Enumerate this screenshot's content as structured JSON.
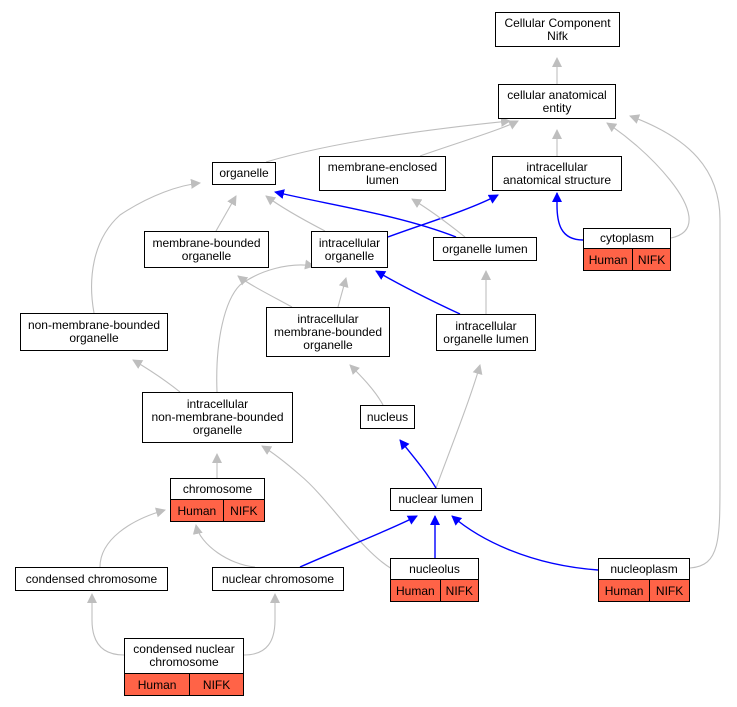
{
  "colors": {
    "is_a": "#bebebe",
    "part_of": "#0000ff",
    "annotation": "#ff6347"
  },
  "nodes": {
    "root": {
      "label": "Cellular Component\nNifk"
    },
    "cae": {
      "label": "cellular anatomical\nentity"
    },
    "organelle": {
      "label": "organelle"
    },
    "mel": {
      "label": "membrane-enclosed\nlumen"
    },
    "ias": {
      "label": "intracellular\nanatomical structure"
    },
    "mbo": {
      "label": "membrane-bounded\norganelle"
    },
    "io": {
      "label": "intracellular\norganelle"
    },
    "ol": {
      "label": "organelle lumen"
    },
    "cytoplasm": {
      "label": "cytoplasm",
      "tags": [
        "Human",
        "NIFK"
      ]
    },
    "nmbo": {
      "label": "non-membrane-bounded\norganelle"
    },
    "imbo": {
      "label": "intracellular\nmembrane-bounded\norganelle"
    },
    "iol": {
      "label": "intracellular\norganelle lumen"
    },
    "inmbo": {
      "label": "intracellular\nnon-membrane-bounded\norganelle"
    },
    "nucleus": {
      "label": "nucleus"
    },
    "chromosome": {
      "label": "chromosome",
      "tags": [
        "Human",
        "NIFK"
      ]
    },
    "nuclear_lumen": {
      "label": "nuclear lumen"
    },
    "condensed": {
      "label": "condensed chromosome"
    },
    "nuclear_chrom": {
      "label": "nuclear chromosome"
    },
    "nucleolus": {
      "label": "nucleolus",
      "tags": [
        "Human",
        "NIFK"
      ]
    },
    "nucleoplasm": {
      "label": "nucleoplasm",
      "tags": [
        "Human",
        "NIFK"
      ]
    },
    "cnc": {
      "label": "condensed nuclear\nchromosome",
      "tags": [
        "Human",
        "NIFK"
      ]
    }
  },
  "edges": [
    {
      "from": "cae",
      "to": "root",
      "type": "is_a"
    },
    {
      "from": "organelle",
      "to": "cae",
      "type": "is_a"
    },
    {
      "from": "mel",
      "to": "cae",
      "type": "is_a"
    },
    {
      "from": "ias",
      "to": "cae",
      "type": "is_a"
    },
    {
      "from": "cytoplasm",
      "to": "cae",
      "type": "is_a"
    },
    {
      "from": "nucleoplasm",
      "to": "cae",
      "type": "is_a"
    },
    {
      "from": "cytoplasm",
      "to": "ias",
      "type": "part_of"
    },
    {
      "from": "io",
      "to": "ias",
      "type": "part_of"
    },
    {
      "from": "mbo",
      "to": "organelle",
      "type": "is_a"
    },
    {
      "from": "io",
      "to": "organelle",
      "type": "is_a"
    },
    {
      "from": "ol",
      "to": "organelle",
      "type": "part_of"
    },
    {
      "from": "nmbo",
      "to": "organelle",
      "type": "is_a"
    },
    {
      "from": "ol",
      "to": "mel",
      "type": "is_a"
    },
    {
      "from": "imbo",
      "to": "mbo",
      "type": "is_a"
    },
    {
      "from": "imbo",
      "to": "io",
      "type": "is_a"
    },
    {
      "from": "inmbo",
      "to": "io",
      "type": "is_a"
    },
    {
      "from": "iol",
      "to": "io",
      "type": "part_of"
    },
    {
      "from": "iol",
      "to": "ol",
      "type": "is_a"
    },
    {
      "from": "inmbo",
      "to": "nmbo",
      "type": "is_a"
    },
    {
      "from": "nucleus",
      "to": "imbo",
      "type": "is_a"
    },
    {
      "from": "nuclear_lumen",
      "to": "iol",
      "type": "is_a"
    },
    {
      "from": "nuclear_lumen",
      "to": "nucleus",
      "type": "part_of"
    },
    {
      "from": "chromosome",
      "to": "inmbo",
      "type": "is_a"
    },
    {
      "from": "nucleolus",
      "to": "inmbo",
      "type": "is_a"
    },
    {
      "from": "nuclear_chrom",
      "to": "nuclear_lumen",
      "type": "part_of"
    },
    {
      "from": "nucleolus",
      "to": "nuclear_lumen",
      "type": "part_of"
    },
    {
      "from": "nucleoplasm",
      "to": "nuclear_lumen",
      "type": "part_of"
    },
    {
      "from": "condensed",
      "to": "chromosome",
      "type": "is_a"
    },
    {
      "from": "nuclear_chrom",
      "to": "chromosome",
      "type": "is_a"
    },
    {
      "from": "cnc",
      "to": "condensed",
      "type": "is_a"
    },
    {
      "from": "cnc",
      "to": "nuclear_chrom",
      "type": "is_a"
    }
  ]
}
